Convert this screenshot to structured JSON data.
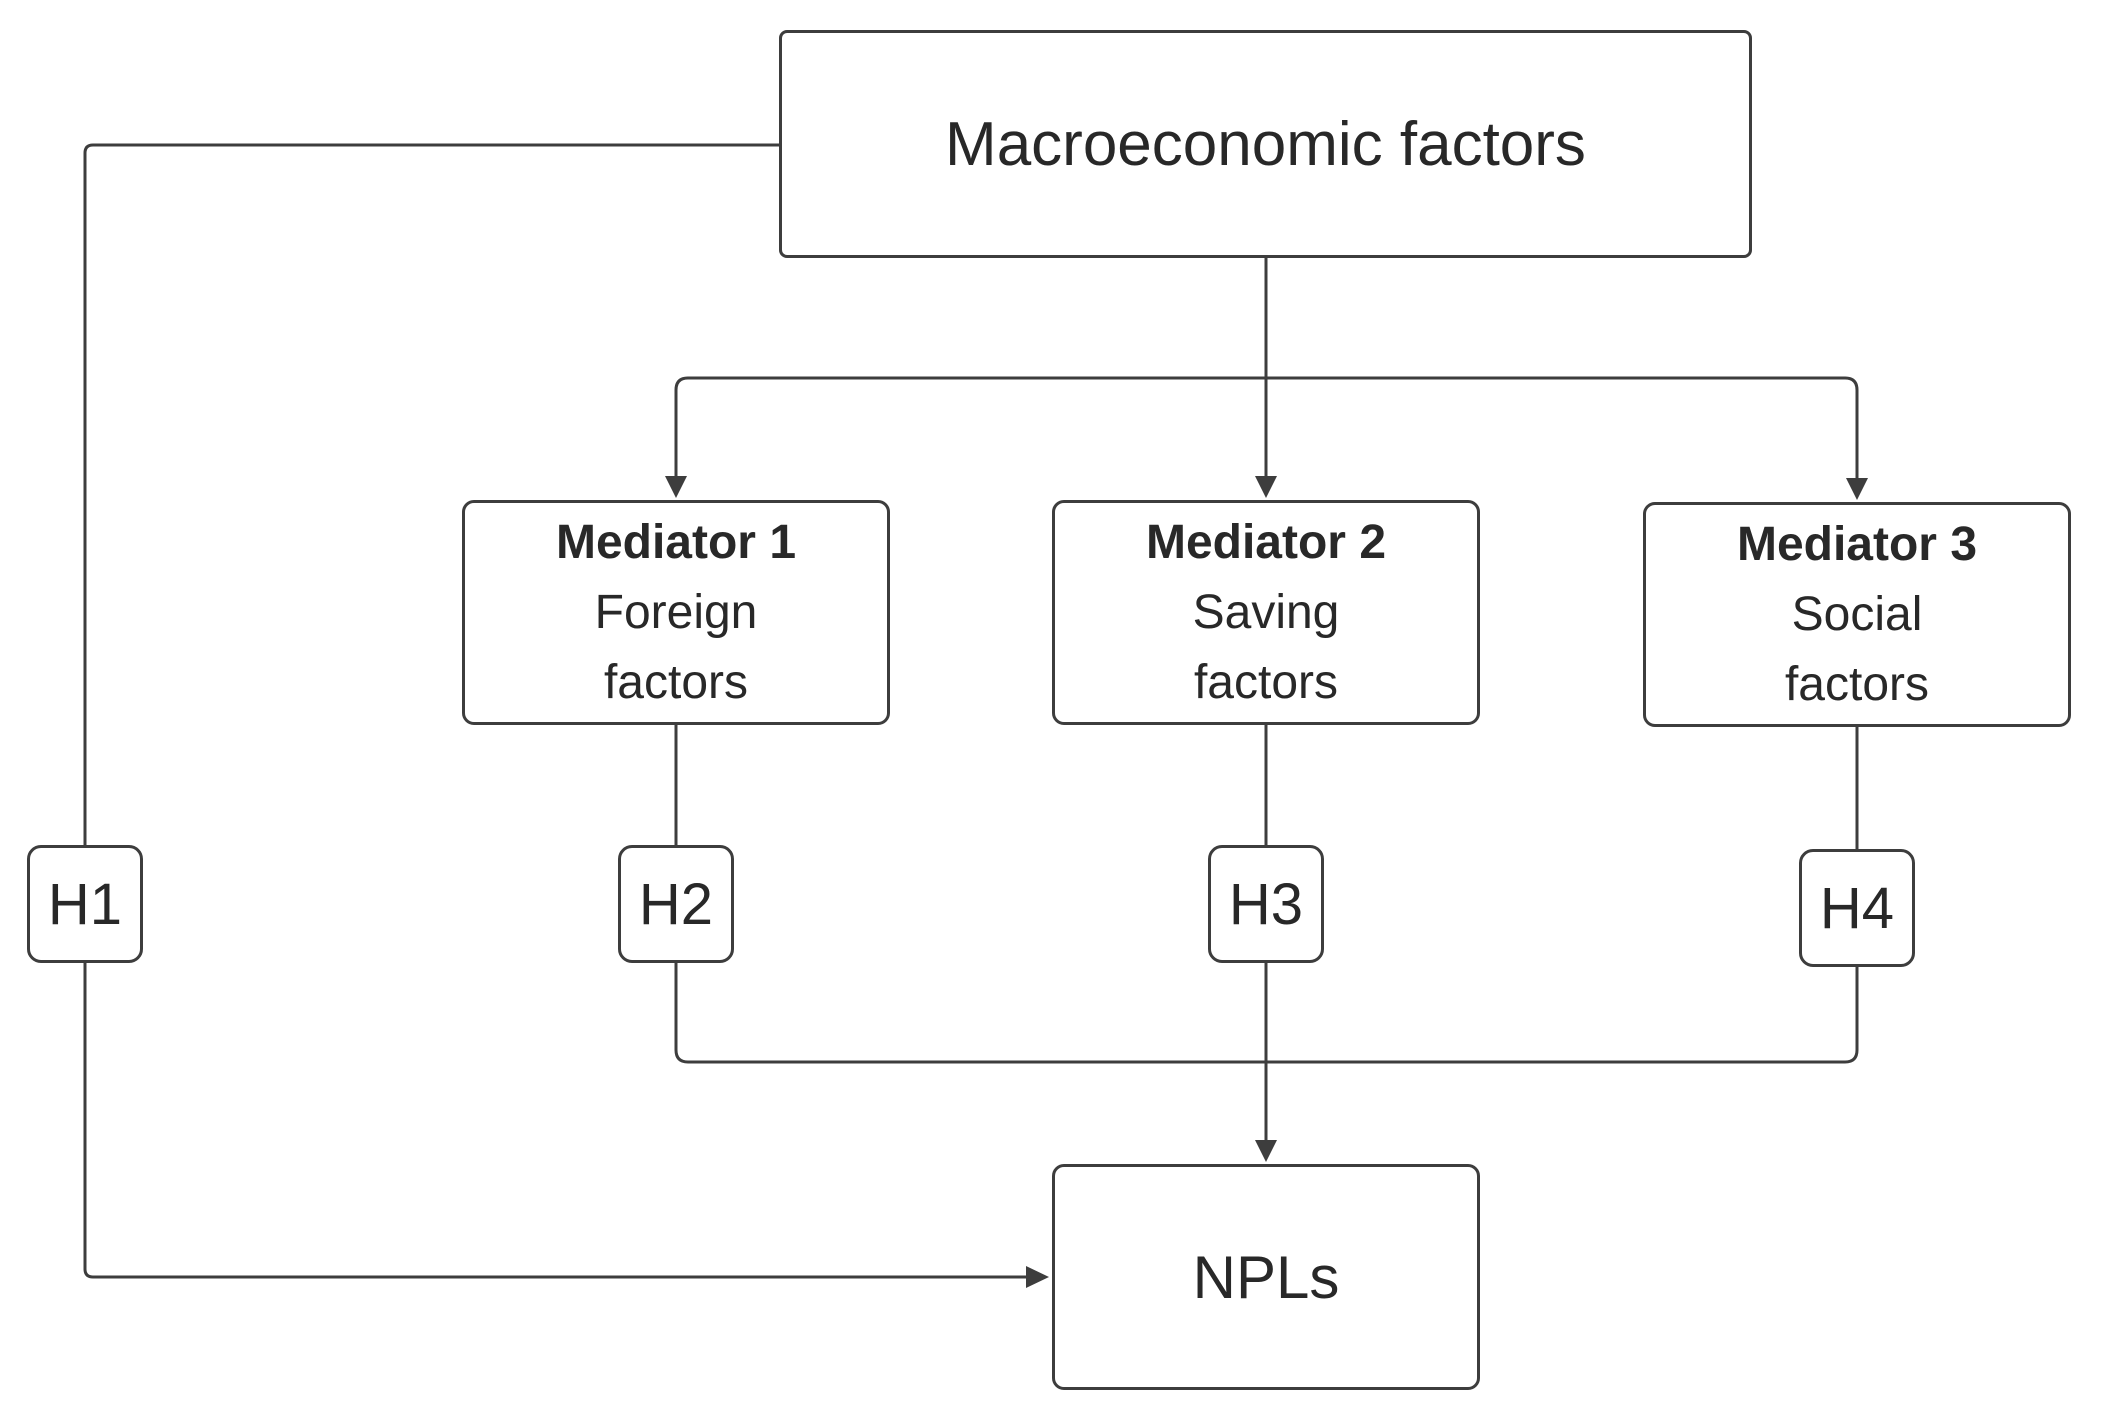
{
  "diagram": {
    "independent": {
      "label": "Macroeconomic factors"
    },
    "mediators": [
      {
        "title": "Mediator 1",
        "subtitle_line1": "Foreign",
        "subtitle_line2": "factors"
      },
      {
        "title": "Mediator 2",
        "subtitle_line1": "Saving",
        "subtitle_line2": "factors"
      },
      {
        "title": "Mediator 3",
        "subtitle_line1": "Social",
        "subtitle_line2": "factors"
      }
    ],
    "hypotheses": [
      {
        "label": "H1"
      },
      {
        "label": "H2"
      },
      {
        "label": "H3"
      },
      {
        "label": "H4"
      }
    ],
    "dependent": {
      "label": "NPLs"
    },
    "colors": {
      "line": "#3d3d3d",
      "box_border": "#3d3d3d",
      "text": "#282828",
      "background": "#ffffff"
    }
  }
}
